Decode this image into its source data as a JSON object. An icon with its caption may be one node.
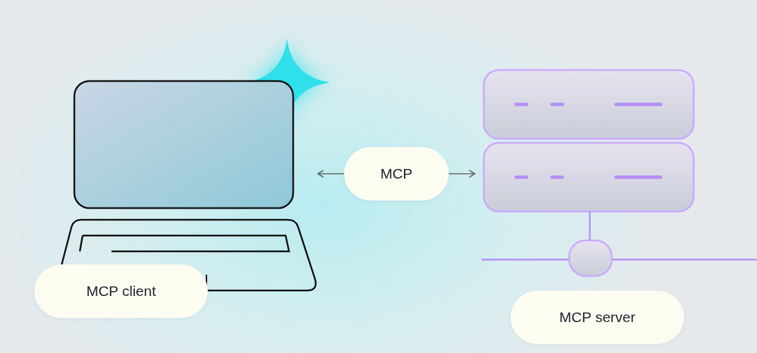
{
  "diagram": {
    "nodes": [
      {
        "text": [],
        "shape": "picture"
      },
      {
        "text": [
          "MCP client"
        ]
      },
      {
        "text": [
          "MCP"
        ]
      },
      {
        "text": [],
        "shape": "picture"
      },
      {
        "text": [
          "MCP server"
        ]
      }
    ],
    "edges": [
      {
        "from": 2,
        "to": 0,
        "arrow": "to"
      },
      {
        "from": 2,
        "to": 3,
        "arrow": "to"
      }
    ]
  }
}
